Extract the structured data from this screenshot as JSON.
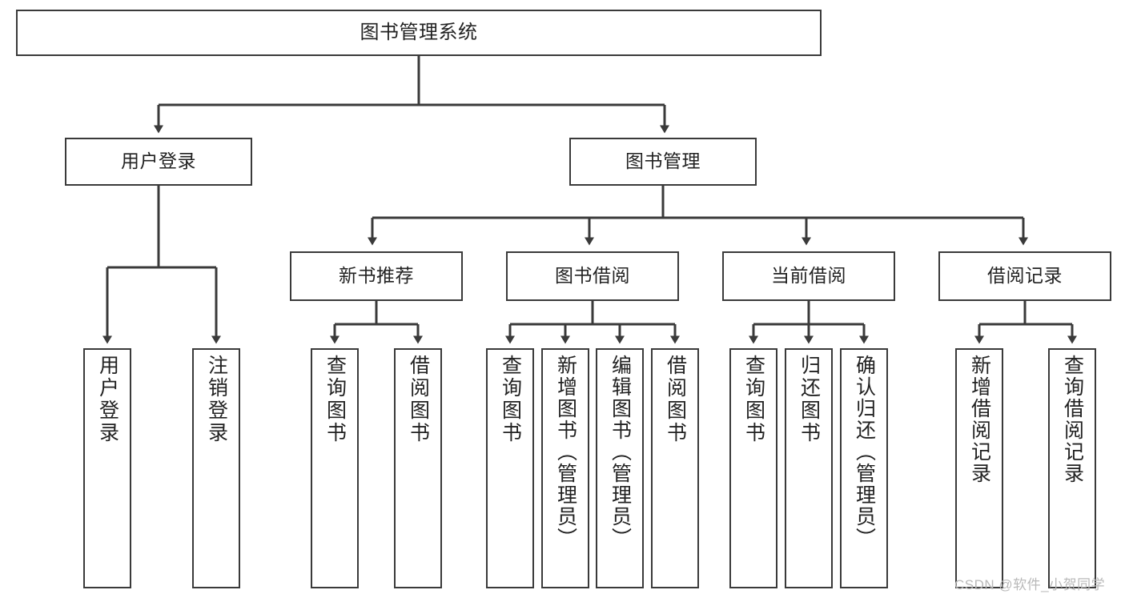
{
  "diagram": {
    "title": "图书管理系统",
    "style": {
      "box_border_color": "#3a3a3a",
      "box_fill_color": "#ffffff",
      "edge_color": "#3a3a3a",
      "text_color": "#222222",
      "background": "#ffffff",
      "watermark_color": "#b9b9b9"
    },
    "root": {
      "label": "图书管理系统"
    },
    "level1": [
      {
        "label": "用户登录"
      },
      {
        "label": "图书管理"
      }
    ],
    "level2": [
      {
        "label": "新书推荐"
      },
      {
        "label": "图书借阅"
      },
      {
        "label": "当前借阅"
      },
      {
        "label": "借阅记录"
      }
    ],
    "leaves": {
      "user_login": [
        {
          "label": "用户登录"
        },
        {
          "label": "注销登录"
        }
      ],
      "new_book_recommend": [
        {
          "label": "查询图书"
        },
        {
          "label": "借阅图书"
        }
      ],
      "book_borrow": [
        {
          "label": "查询图书"
        },
        {
          "label": "新增图书（管理员）"
        },
        {
          "label": "编辑图书（管理员）"
        },
        {
          "label": "借阅图书"
        }
      ],
      "current_borrow": [
        {
          "label": "查询图书"
        },
        {
          "label": "归还图书"
        },
        {
          "label": "确认归还（管理员）"
        }
      ],
      "borrow_record": [
        {
          "label": "新增借阅记录"
        },
        {
          "label": "查询借阅记录"
        }
      ]
    }
  },
  "watermark": {
    "text": "CSDN @软件_小贺同学"
  }
}
